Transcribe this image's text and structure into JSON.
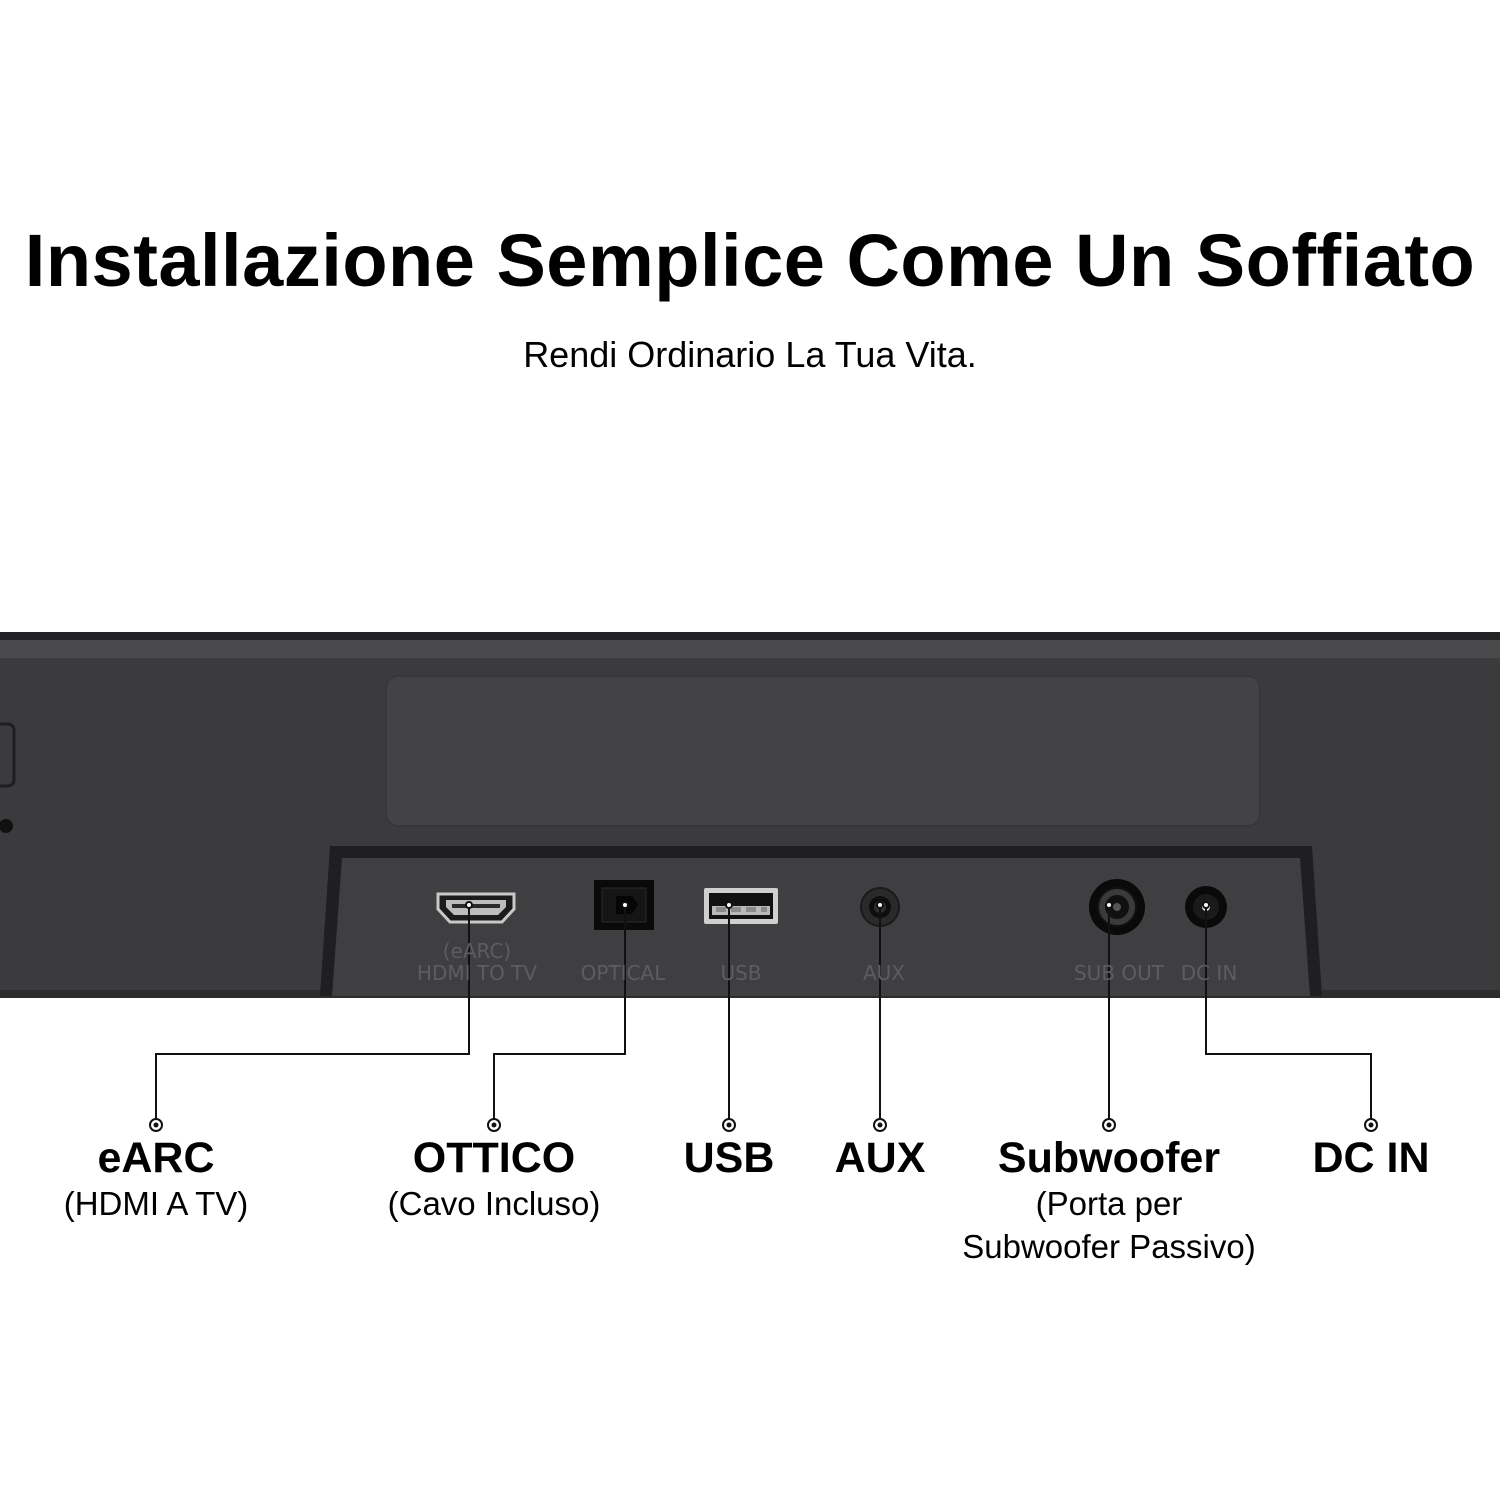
{
  "header": {
    "title": "Installazione Semplice Come Un Soffiato",
    "subtitle": "Rendi Ordinario La Tua Vita."
  },
  "device": {
    "color_body": "#3b3b3d",
    "color_panel": "#3f3f42",
    "silkscreen": {
      "hdmi_top": "(eARC)",
      "hdmi_bottom": "HDMI TO TV",
      "optical": "OPTICAL",
      "usb": "USB",
      "aux": "AUX",
      "sub_out": "SUB OUT",
      "dc_in": "DC IN"
    }
  },
  "callouts": {
    "earc": {
      "title": "eARC",
      "subtitle": "(HDMI A TV)"
    },
    "optical": {
      "title": "OTTICO",
      "subtitle": "(Cavo Incluso)"
    },
    "usb": {
      "title": "USB"
    },
    "aux": {
      "title": "AUX"
    },
    "subwoofer": {
      "title": "Subwoofer",
      "subtitle": "(Porta per\nSubwoofer Passivo)"
    },
    "dcin": {
      "title": "DC IN"
    }
  }
}
